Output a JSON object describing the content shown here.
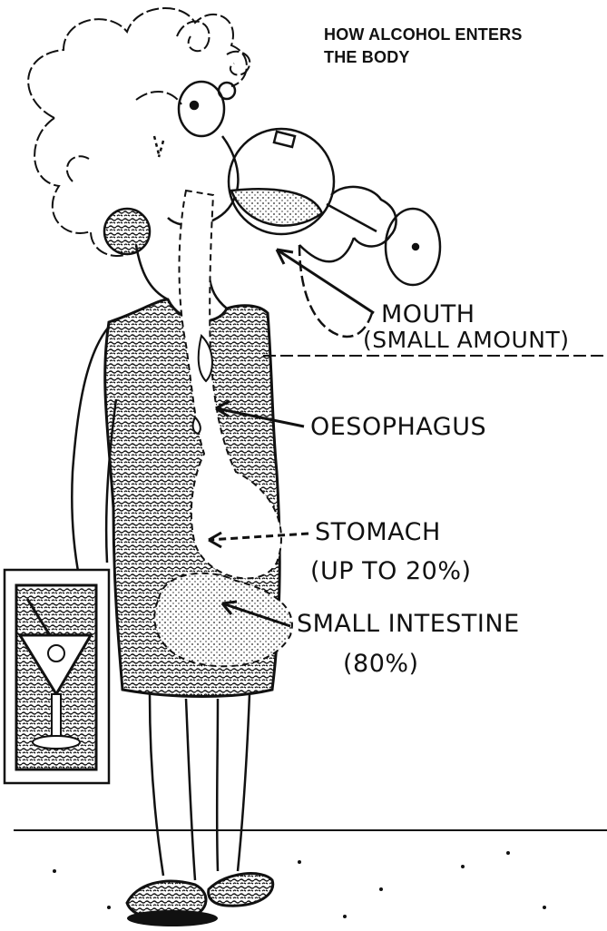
{
  "title": {
    "line1": "HOW ALCOHOL ENTERS",
    "line2": "THE BODY"
  },
  "labels": {
    "mouth": "MOUTH",
    "mouth_note": "(SMALL AMOUNT)",
    "oesophagus": "OESOPHAGUS",
    "stomach": "STOMACH",
    "stomach_note": "(UP TO 20%)",
    "small_intestine": "SMALL INTESTINE",
    "small_intestine_note": "(80%)"
  }
}
